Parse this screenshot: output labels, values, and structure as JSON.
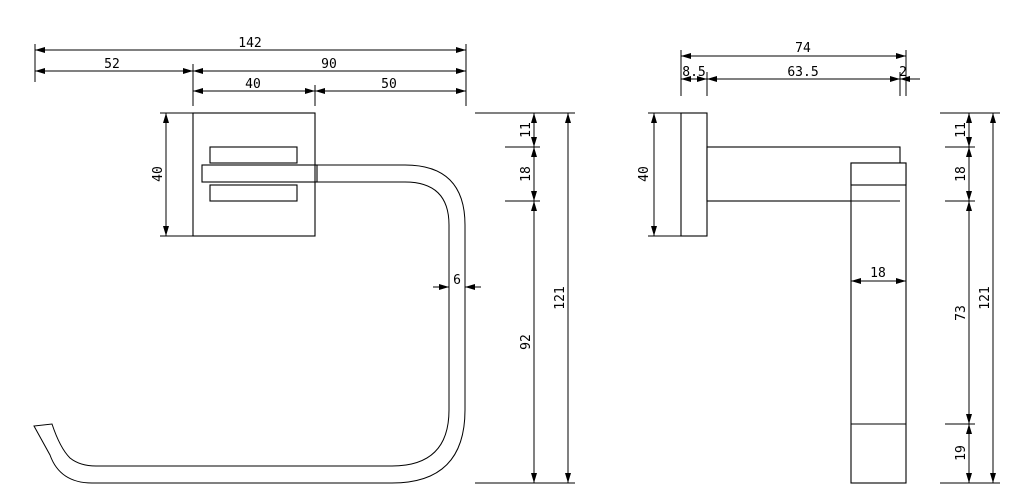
{
  "dimensions": {
    "front": {
      "overall_width": "142",
      "left_offset": "52",
      "right_span": "90",
      "plate_width": "40",
      "arm_length": "50",
      "plate_height": "40",
      "ring_thickness": "6",
      "top_gap": "11",
      "bar_height": "18",
      "ring_drop": "92",
      "overall_height": "121"
    },
    "side": {
      "overall_depth": "74",
      "plate_thickness": "8.5",
      "arm_depth": "63.5",
      "tip": "2",
      "plate_height": "40",
      "ring_width": "18",
      "top_gap": "11",
      "bar_height": "18",
      "ring_drop": "73",
      "end_cap": "19",
      "overall_height": "121"
    }
  }
}
